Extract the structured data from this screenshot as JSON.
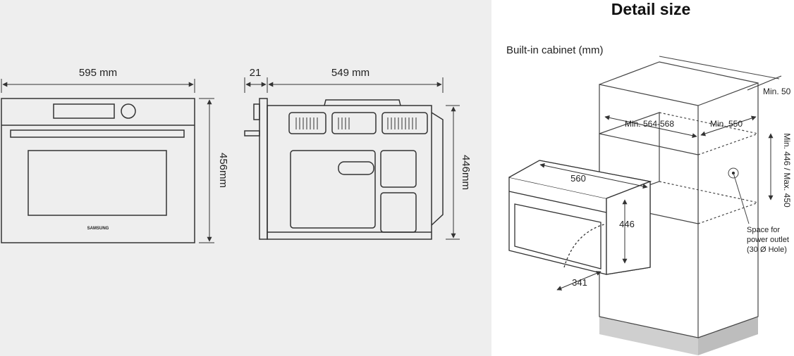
{
  "title": "Detail size",
  "subtitle": "Built-in cabinet (mm)",
  "front": {
    "width": "595 mm",
    "height": "456mm",
    "brand": "SAMSUNG"
  },
  "side": {
    "door_depth": "21",
    "body_depth": "549 mm",
    "height": "446mm"
  },
  "cabinet": {
    "min_width": "Min. 564-568",
    "min_depth": "Min. 550",
    "min_gap": "Min. 50",
    "height_range": "Min. 446 / Max. 450",
    "oven_width": "560",
    "oven_height": "446",
    "door_swing": "341",
    "outlet_line1": "Space for",
    "outlet_line2": "power outlet",
    "outlet_line3": "(30 Ø Hole)"
  },
  "colors": {
    "left_bg": "#eeeeee",
    "line": "#333333",
    "plinth": "#cfcfcf"
  }
}
